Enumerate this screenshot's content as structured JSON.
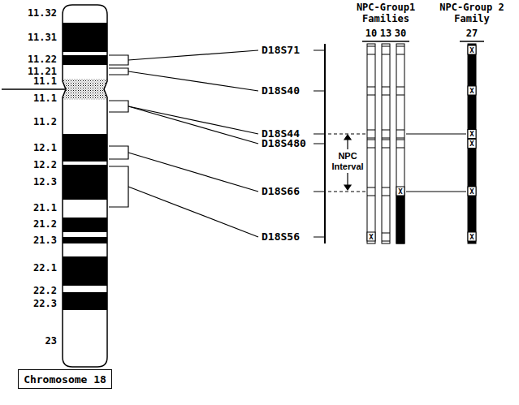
{
  "diagram": {
    "nodes": [
      {
        "text": [
          "Chromosome 18"
        ]
      }
    ],
    "labels": [
      "11.32",
      "11.31",
      "11.22",
      "11.21",
      "11.1",
      "11.1",
      "11.2",
      "12.1",
      "12.2",
      "12.3",
      "21.1",
      "21.2",
      "21.3",
      "22.1",
      "22.2",
      "22.3",
      "23",
      "D18S71",
      "D18S40",
      "D18S44",
      "D18S480",
      "D18S66",
      "D18S56",
      "NPC Interval",
      "NPC-Group1 Families",
      "10",
      "13",
      "30",
      "NPC-Group 2 Family",
      "27",
      "X",
      "X",
      "X",
      "X",
      "X",
      "X",
      "X",
      "X"
    ]
  }
}
